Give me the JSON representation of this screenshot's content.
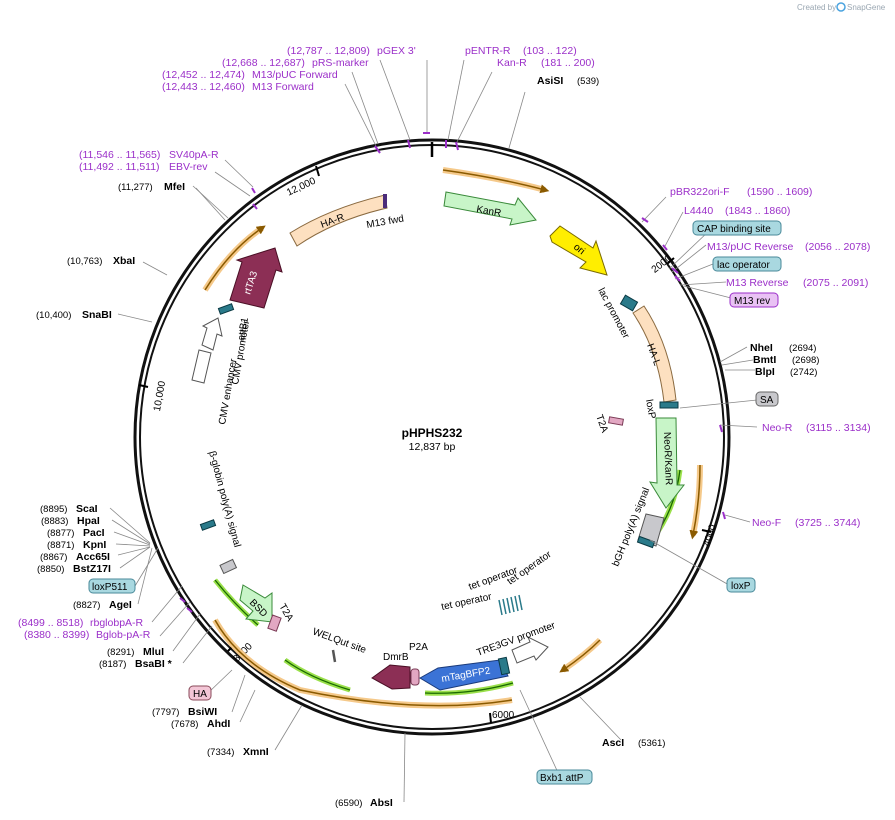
{
  "credit": {
    "created_by": "Created by",
    "app": "SnapGene"
  },
  "plasmid": {
    "name": "pHPHS232",
    "size": "12,837 bp"
  },
  "ticks": [
    {
      "label": "2000"
    },
    {
      "label": "4000"
    },
    {
      "label": "6000"
    },
    {
      "label": "8000"
    },
    {
      "label": "10,000"
    },
    {
      "label": "12,000"
    }
  ],
  "enzymes": [
    {
      "name": "AsiSI",
      "pos": "(539)"
    },
    {
      "name": "NheI",
      "pos": "(2694)"
    },
    {
      "name": "BmtI",
      "pos": "(2698)"
    },
    {
      "name": "BlpI",
      "pos": "(2742)"
    },
    {
      "name": "AscI",
      "pos": "(5361)"
    },
    {
      "name": "AbsI",
      "pos": "(6590)"
    },
    {
      "name": "XmnI",
      "pos": "(7334)"
    },
    {
      "name": "AhdI",
      "pos": "(7678)"
    },
    {
      "name": "BsiWI",
      "pos": "(7797)"
    },
    {
      "name": "BsaBI *",
      "pos": "(8187)"
    },
    {
      "name": "MluI",
      "pos": "(8291)"
    },
    {
      "name": "AgeI",
      "pos": "(8827)"
    },
    {
      "name": "BstZ17I",
      "pos": "(8850)"
    },
    {
      "name": "Acc65I",
      "pos": "(8867)"
    },
    {
      "name": "KpnI",
      "pos": "(8871)"
    },
    {
      "name": "PacI",
      "pos": "(8877)"
    },
    {
      "name": "HpaI",
      "pos": "(8883)"
    },
    {
      "name": "ScaI",
      "pos": "(8895)"
    },
    {
      "name": "SnaBI",
      "pos": "(10,400)"
    },
    {
      "name": "XbaI",
      "pos": "(10,763)"
    },
    {
      "name": "MfeI",
      "pos": "(11,277)"
    }
  ],
  "primers": [
    {
      "name": "pENTR-R",
      "pos": "(103 .. 122)"
    },
    {
      "name": "Kan-R",
      "pos": "(181 .. 200)"
    },
    {
      "name": "pGEX 3'",
      "pos": "(12,787 .. 12,809)"
    },
    {
      "name": "pRS-marker",
      "pos": "(12,668 .. 12,687)"
    },
    {
      "name": "M13/pUC Forward",
      "pos": "(12,452 .. 12,474)"
    },
    {
      "name": "M13 Forward",
      "pos": "(12,443 .. 12,460)"
    },
    {
      "name": "SV40pA-R",
      "pos": "(11,546 .. 11,565)"
    },
    {
      "name": "EBV-rev",
      "pos": "(11,492 .. 11,511)"
    },
    {
      "name": "pBR322ori-F",
      "pos": "(1590 .. 1609)"
    },
    {
      "name": "L4440",
      "pos": "(1843 .. 1860)"
    },
    {
      "name": "M13/pUC Reverse",
      "pos": "(2056 .. 2078)"
    },
    {
      "name": "M13 Reverse",
      "pos": "(2075 .. 2091)"
    },
    {
      "name": "Neo-R",
      "pos": "(3115 .. 3134)"
    },
    {
      "name": "Neo-F",
      "pos": "(3725 .. 3744)"
    },
    {
      "name": "rbglobpA-R",
      "pos": "(8499 .. 8518)"
    },
    {
      "name": "Bglob-pA-R",
      "pos": "(8380 .. 8399)"
    }
  ],
  "badges": {
    "cap": "CAP binding site",
    "lac_operator": "lac operator",
    "m13_rev": "M13 rev",
    "sa": "SA",
    "loxp": "loxP",
    "bxb1": "Bxb1 attP",
    "ha": "HA",
    "loxp511": "loxP511"
  },
  "features": {
    "kanr": "KanR",
    "ori": "ori",
    "ha_r": "HA-R",
    "m13_fwd": "M13 fwd",
    "rtta3": "rtTA3",
    "attb1": "attB1",
    "cmv_promoter": "CMV promoter",
    "cmv_enhancer": "CMV enhancer",
    "lac_promoter": "lac promoter",
    "ha_l": "HA-L",
    "loxp_inner": "loxP",
    "t2a_right": "T2A",
    "neo_kanr": "NeoR/KanR",
    "bgh": "bGH poly(A) signal",
    "beta_globin": "β-globin poly(A) signal",
    "bsd": "BSD",
    "t2a_left": "T2A",
    "welqut": "WELQut site",
    "p2a": "P2A",
    "dmrb": "DmrB",
    "mtagbfp2": "mTagBFP2",
    "tre3gv": "TRE3GV promoter",
    "tet_op1": "tet operator",
    "tet_op2": "tet operator",
    "tet_op3": "tet operator"
  }
}
